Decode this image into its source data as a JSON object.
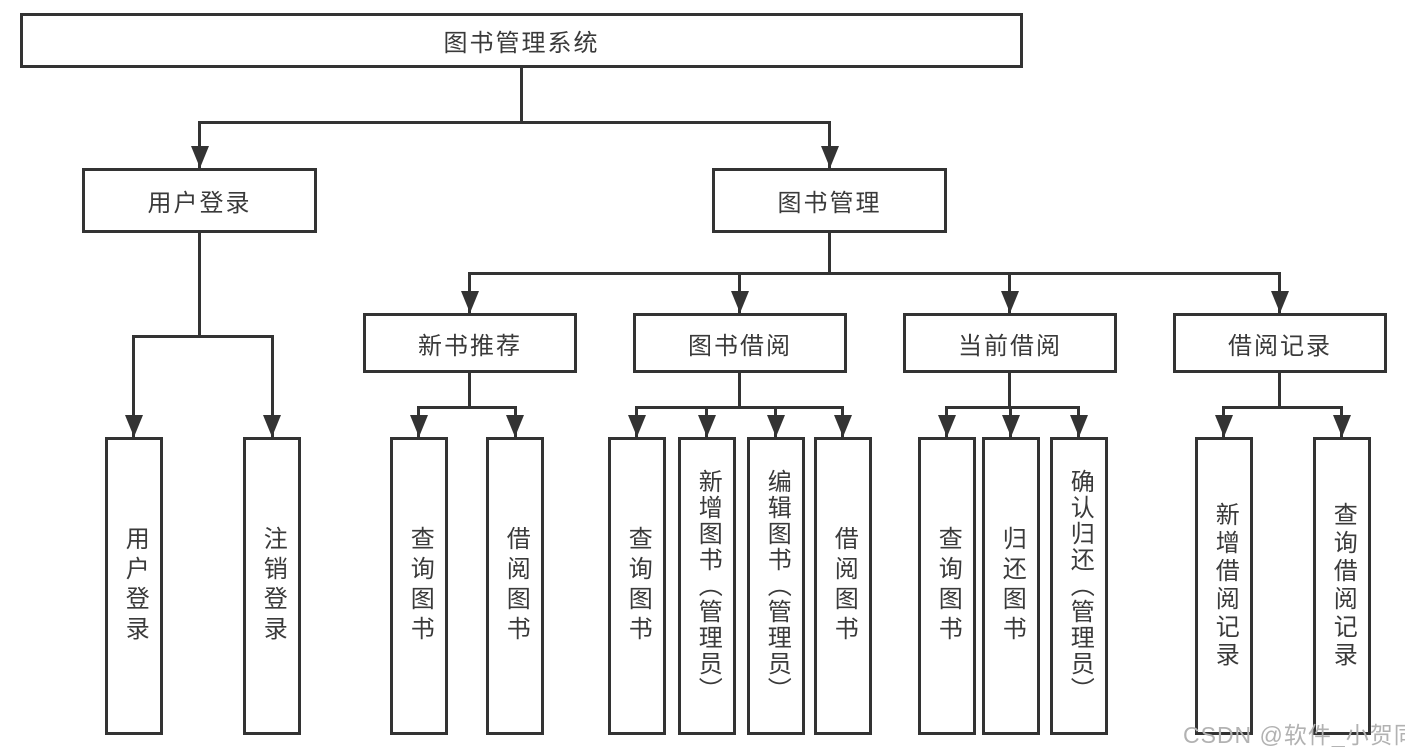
{
  "diagram": {
    "root": {
      "label": "图书管理系统"
    },
    "branches": [
      {
        "label": "用户登录"
      },
      {
        "label": "图书管理"
      }
    ],
    "modules": [
      {
        "label": "新书推荐",
        "parent": "图书管理"
      },
      {
        "label": "图书借阅",
        "parent": "图书管理"
      },
      {
        "label": "当前借阅",
        "parent": "图书管理"
      },
      {
        "label": "借阅记录",
        "parent": "图书管理"
      }
    ],
    "leaves": [
      {
        "label": "用户登录",
        "parent": "用户登录"
      },
      {
        "label": "注销登录",
        "parent": "用户登录"
      },
      {
        "label": "查询图书",
        "parent": "新书推荐"
      },
      {
        "label": "借阅图书",
        "parent": "新书推荐"
      },
      {
        "label": "查询图书",
        "parent": "图书借阅"
      },
      {
        "label": "新增图书（管理员）",
        "parent": "图书借阅"
      },
      {
        "label": "编辑图书（管理员）",
        "parent": "图书借阅"
      },
      {
        "label": "借阅图书",
        "parent": "图书借阅"
      },
      {
        "label": "查询图书",
        "parent": "当前借阅"
      },
      {
        "label": "归还图书",
        "parent": "当前借阅"
      },
      {
        "label": "确认归还（管理员）",
        "parent": "当前借阅"
      },
      {
        "label": "新增借阅记录",
        "parent": "借阅记录"
      },
      {
        "label": "查询借阅记录",
        "parent": "借阅记录"
      }
    ]
  },
  "watermark": {
    "text": "CSDN @软件_小贺同学"
  },
  "colors": {
    "line": "#333333",
    "text": "#3a3a3a",
    "box_background": "#ffffff",
    "page_background": "#ffffff",
    "watermark": "#b2b2b2"
  }
}
